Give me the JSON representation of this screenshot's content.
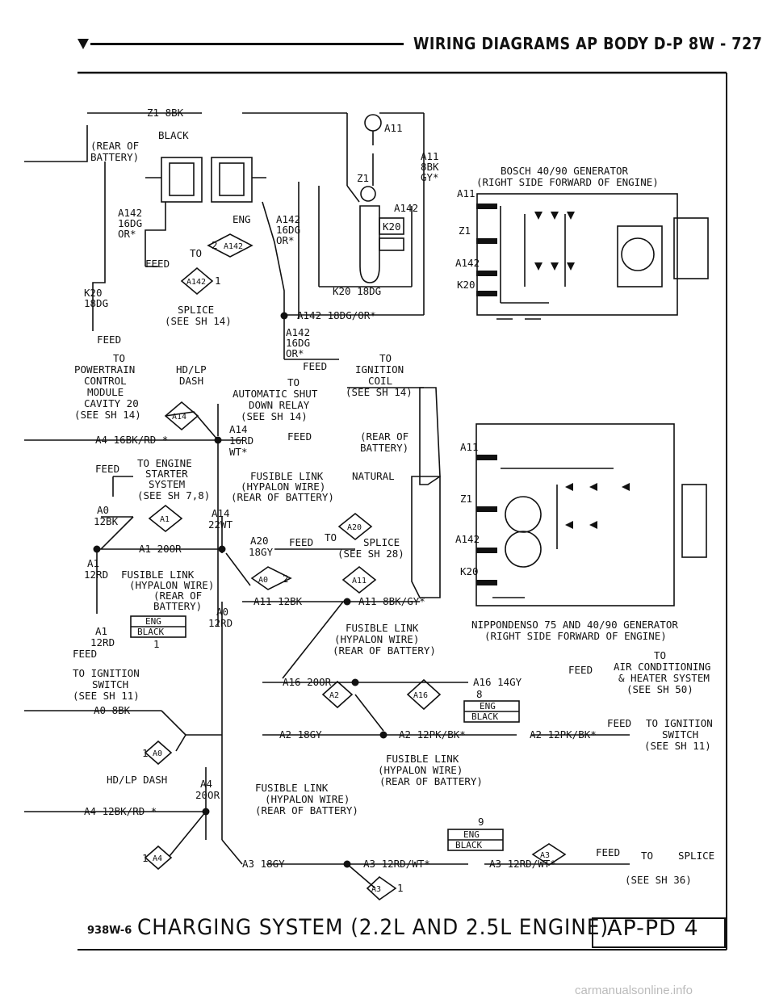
{
  "header": {
    "title": "WIRING DIAGRAMS AP BODY D-P   8W - 727"
  },
  "labels": {
    "z1_8bk": "Z1 8BK",
    "black": "BLACK",
    "rear_of": "(REAR OF",
    "battery": "BATTERY)",
    "a11_top": "A11",
    "a11_8bk": "A11",
    "a11_8bk_2": "8BK",
    "a11_8bk_3": "GY*",
    "z1_mid": "Z1",
    "a142_relay": "A142",
    "k20_relay": "K20",
    "a142_l1": "A142",
    "a142_l2": "16DG",
    "a142_l3": "OR*",
    "eng": "ENG",
    "a142_r1": "A142",
    "a142_r2": "16DG",
    "a142_r3": "OR*",
    "to1": "TO",
    "feed1": "FEED",
    "conn_2": "2",
    "conn_a142": "A142",
    "conn_a142b": "A142",
    "conn_1": "1",
    "k20_18dg_a": "K20",
    "k20_18dg_b": "18DG",
    "splice1": "SPLICE",
    "see_sh14_a": "(SEE SH 14)",
    "k20_18dg_line": "K20 18DG",
    "a142_18dg_line": "A142 18DG/OR*",
    "feed2": "FEED",
    "a142_b1": "A142",
    "a142_b2": "16DG",
    "a142_b3": "OR*",
    "feed3": "FEED",
    "to_ign1": "TO",
    "to_ign2": "IGNITION",
    "to_ign3": "COIL",
    "to_ign4": "(SEE SH 14)",
    "to_pcm1": "TO",
    "to_pcm2": "POWERTRAIN",
    "to_pcm3": "CONTROL",
    "to_pcm4": "MODULE",
    "to_pcm5": "CAVITY 20",
    "to_pcm6": "(SEE SH 14)",
    "hdlp1": "HD/LP",
    "hdlp2": "DASH",
    "to_asd1": "TO",
    "to_asd2": "AUTOMATIC SHUT",
    "to_asd3": "DOWN RELAY",
    "to_asd4": "(SEE SH 14)",
    "conn_a14": "A14",
    "a4_line": "A4 16BK/RD *",
    "a14_1": "A14",
    "a14_2": "16RD",
    "a14_3": "WT*",
    "feed4": "FEED",
    "rear_of2": "(REAR OF",
    "battery2": "BATTERY)",
    "feed5": "FEED",
    "to_eng1": "TO ENGINE",
    "to_eng2": "STARTER",
    "to_eng3": "SYSTEM",
    "to_eng4": "(SEE SH 7,8)",
    "fl1_1": "FUSIBLE LINK",
    "fl1_2": "(HYPALON WIRE)",
    "fl1_3": "(REAR OF BATTERY)",
    "natural": "NATURAL",
    "a0_1": "A0",
    "a0_2": "12BK",
    "conn_a1": "A1",
    "a14_22wt1": "A14",
    "a14_22wt2": "22WT",
    "conn_a20": "A20",
    "a1_20or": "A1 20OR",
    "a20_1": "A20",
    "a20_2": "18GY",
    "feed6": "FEED",
    "to_spl1": "TO",
    "to_spl2": "SPLICE",
    "to_spl3": "(SEE SH 28)",
    "a1_12rd_1": "A1",
    "a1_12rd_2": "12RD",
    "fl2_1": "FUSIBLE LINK",
    "fl2_2": "(HYPALON WIRE)",
    "fl2_3": "(REAR OF",
    "fl2_4": "BATTERY)",
    "conn_a0": "A0",
    "conn_2b": "2",
    "conn_a11": "A11",
    "eng2": "ENG",
    "black2": "BLACK",
    "one": "1",
    "a1b_1": "A1",
    "a1b_2": "12RD",
    "a0_12rd_1": "A0",
    "a0_12rd_2": "12RD",
    "a11_12bk": "A11 12BK",
    "a11_8bkgy": "A11 8BK/GY*",
    "feed7": "FEED",
    "fl3_1": "FUSIBLE LINK",
    "fl3_2": "(HYPALON WIRE)",
    "fl3_3": "(REAR OF BATTERY)",
    "to_ign_sw1": "TO IGNITION",
    "to_ign_sw2": "SWITCH",
    "to_ign_sw3": "(SEE SH 11)",
    "a0_8bk": "A0 8BK",
    "a16_20or": "A16 20OR",
    "a16_14gy": "A16 14GY",
    "eight": "8",
    "feed8": "FEED",
    "to_ac1": "TO",
    "to_ac2": "AIR CONDITIONING",
    "to_ac3": "& HEATER SYSTEM",
    "to_ac4": "(SEE SH 50)",
    "conn_a2": "A2",
    "conn_a16": "A16",
    "eng3": "ENG",
    "black3": "BLACK",
    "a2_18gy": "A2 18GY",
    "a2_12pk": "A2 12PK/BK*",
    "a2_12pk_b": "A2 12PK/BK*",
    "feed9": "FEED",
    "to_ign_sw_b1": "TO IGNITION",
    "to_ign_sw_b2": "SWITCH",
    "to_ign_sw_b3": "(SEE SH 11)",
    "conn_1b": "1",
    "conn_a0b": "A0",
    "hdlp3": "HD/LP DASH",
    "a4_1": "A4",
    "a4_2": "20OR",
    "fl4_1": "FUSIBLE LINK",
    "fl4_2": "(HYPALON WIRE)",
    "fl4_3": "(REAR OF BATTERY)",
    "fl5_1": "FUSIBLE LINK",
    "fl5_2": "(HYPALON WIRE)",
    "fl5_3": "(REAR OF BATTERY)",
    "a4_12bk": "A4 12BK/RD *",
    "nine": "9",
    "eng4": "ENG",
    "black4": "BLACK",
    "conn_1c": "1",
    "conn_a4": "A4",
    "a3_18gy": "A3 18GY",
    "a3_12rd": "A3 12RD/WT*",
    "a3_12rd_b": "A3 12RD/WT*",
    "feed10": "FEED",
    "to_a3": "TO",
    "conn_a3": "A3",
    "splice_a3": "SPLICE",
    "see_sh36": "(SEE SH 36)",
    "conn_a3b": "A3",
    "conn_1d": "1",
    "bosch1": "BOSCH 40/90 GENERATOR",
    "bosch2": "(RIGHT SIDE FORWARD OF ENGINE)",
    "gen1_a11": "A11",
    "gen1_z1": "Z1",
    "gen1_a142": "A142",
    "gen1_k20": "K20",
    "gen2_a11": "A11",
    "gen2_z1": "Z1",
    "gen2_a142": "A142",
    "gen2_k20": "K20",
    "nd1": "NIPPONDENSO 75 AND 40/90 GENERATOR",
    "nd2": "(RIGHT SIDE FORWARD OF ENGINE)"
  },
  "footer": {
    "code": "938W-6",
    "title": "CHARGING SYSTEM (2.2L AND 2.5L ENGINE)",
    "page": "AP-PD 4"
  },
  "watermark": "carmanualsonline.info"
}
